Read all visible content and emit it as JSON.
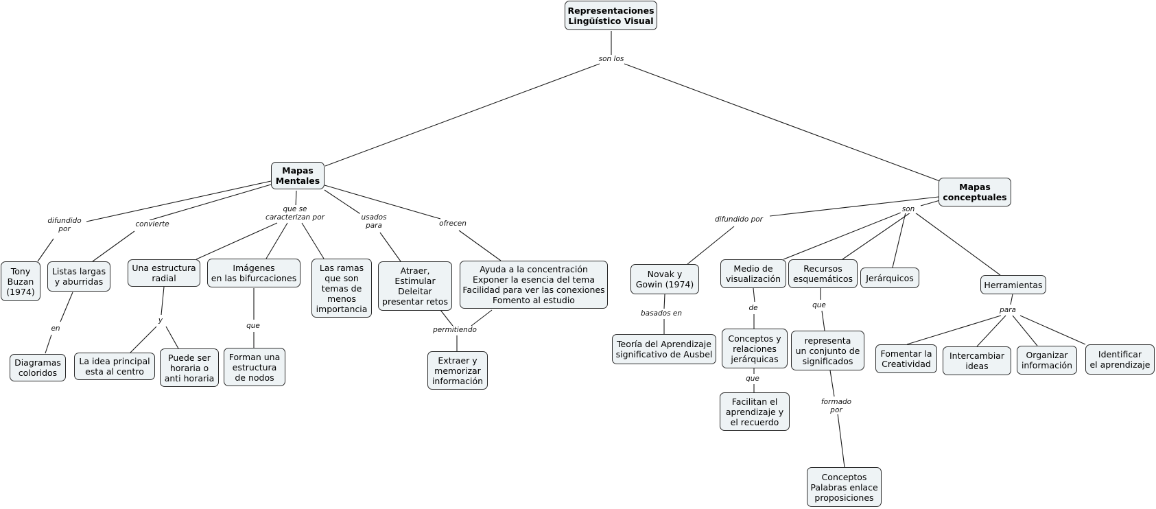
{
  "nodes": {
    "root": "Representaciones\nLingüístico Visual",
    "mapas_mentales": "Mapas\nMentales",
    "mapas_conceptuales": "Mapas\nconceptuales",
    "tony_buzan": "Tony\nBuzan\n(1974)",
    "listas_largas": "Listas largas\ny aburridas",
    "diagramas": "Diagramas\ncoloridos",
    "estructura_radial": "Una estructura\nradial",
    "idea_principal": "La idea principal\nesta al centro",
    "puede_ser": "Puede ser\nhoraria o\nanti horaria",
    "imagenes": "Imágenes\nen las bifurcaciones",
    "forman": "Forman una\nestructura\nde nodos",
    "ramas": "Las ramas\nque son\ntemas de\nmenos\nimportancia",
    "atraer": "Atraer,\nEstimular\nDeleitar\npresentar retos",
    "ayuda": "Ayuda a la concentración\nExponer la esencia del tema\nFacilidad para ver las conexiones\nFomento al estudio",
    "extraer": "Extraer y\nmemorizar\ninformación",
    "novak": "Novak y\nGowin (1974)",
    "teoria": "Teoría del Aprendizaje\nsignificativo de Ausbel",
    "medio": "Medio de\nvisualización",
    "conceptos_rel": "Conceptos y\nrelaciones\njerárquicas",
    "facilitan": "Facilitan el\naprendizaje y\nel recuerdo",
    "recursos": "Recursos\nesquemáticos",
    "representa": "representa\nun conjunto de\nsignificados",
    "conceptos_pal": "Conceptos\nPalabras enlace\nproposiciones",
    "jerarquicos": "Jerárquicos",
    "herramientas": "Herramientas",
    "fomentar": "Fomentar la\nCreatividad",
    "intercambiar": "Intercambiar\nideas",
    "organizar": "Organizar\ninformación",
    "identificar": "Identificar\nel aprendizaje"
  },
  "links": {
    "son_los": "son los",
    "difundido_por_mm": "difundido\npor",
    "convierte": "convierte",
    "que_se_caracterizan": "que se\ncaracterizan por",
    "usados_para": "usados\npara",
    "ofrecen": "ofrecen",
    "en": "en",
    "y": "y",
    "que_imagenes": "que",
    "permitiendo": "permitiendo",
    "difundido_por_mc": "difundido por",
    "son": "son",
    "basados_en": "basados en",
    "de": "de",
    "que_conceptos": "que",
    "que_recursos": "que",
    "formado_por": "formado\npor",
    "para": "para"
  }
}
